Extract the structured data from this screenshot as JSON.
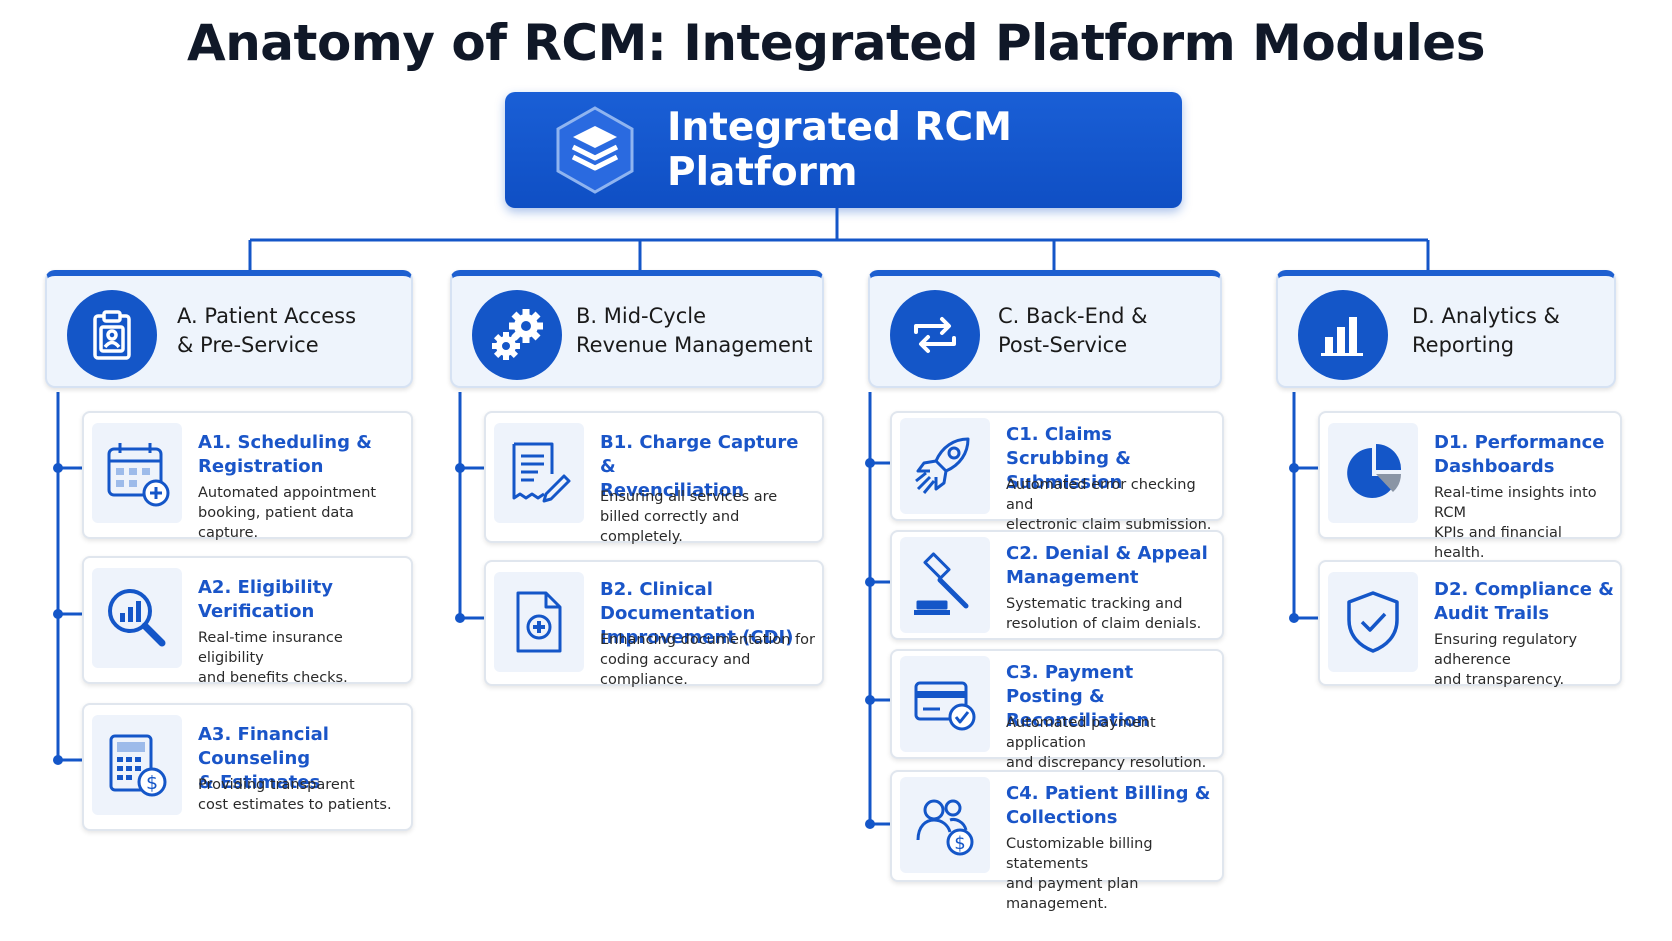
{
  "title": "Anatomy of RCM: Integrated Platform Modules",
  "platform": {
    "label": "Integrated RCM Platform",
    "icon": "layers-icon"
  },
  "colors": {
    "primary": "#1456c8",
    "title": "#101828",
    "card_title": "#1a55c8",
    "header_bg": "#eef4fc"
  },
  "categories": [
    {
      "label": "A. Patient Access\n& Pre-Service",
      "icon": "clipboard-user-icon",
      "modules": [
        {
          "title": "A1. Scheduling &\nRegistration",
          "desc": "Automated appointment\nbooking, patient data capture.",
          "icon": "calendar-plus-icon"
        },
        {
          "title": "A2. Eligibility\nVerification",
          "desc": "Real-time insurance eligibility\nand benefits checks.",
          "icon": "magnifier-chart-icon"
        },
        {
          "title": "A3. Financial Counseling\n& Estimates",
          "desc": "Providing transparent\ncost estimates to patients.",
          "icon": "calculator-dollar-icon"
        }
      ]
    },
    {
      "label": "B. Mid-Cycle\nRevenue Management",
      "icon": "gears-icon",
      "modules": [
        {
          "title": "B1. Charge Capture &\nRevenciliation",
          "desc": "Ensuring all services are\nbilled correctly and completely.",
          "icon": "receipt-pen-icon"
        },
        {
          "title": "B2. Clinical Documentation\nImprovement (CDI)",
          "desc": "Enhancing documentation for\ncoding accuracy and compliance.",
          "icon": "medical-document-icon"
        }
      ]
    },
    {
      "label": "C. Back-End &\nPost-Service",
      "icon": "exchange-arrows-icon",
      "modules": [
        {
          "title": "C1. Claims Scrubbing &\nSubmission",
          "desc": "Automated error checking and\nelectronic claim submission.",
          "icon": "rocket-icon"
        },
        {
          "title": "C2. Denial & Appeal\nManagement",
          "desc": "Systematic tracking and\nresolution of claim denials.",
          "icon": "gavel-icon"
        },
        {
          "title": "C3. Payment Posting &\nReconciliation",
          "desc": "Automated payment application\nand discrepancy resolution.",
          "icon": "credit-card-check-icon"
        },
        {
          "title": "C4. Patient Billing &\nCollections",
          "desc": "Customizable billing statements\nand payment plan management.",
          "icon": "users-dollar-icon"
        }
      ]
    },
    {
      "label": "D. Analytics &\nReporting",
      "icon": "bar-chart-icon",
      "modules": [
        {
          "title": "D1. Performance\nDashboards",
          "desc": "Real-time insights into RCM\nKPIs and financial health.",
          "icon": "pie-chart-icon"
        },
        {
          "title": "D2. Compliance &\nAudit Trails",
          "desc": "Ensuring regulatory adherence\nand transparency.",
          "icon": "shield-check-icon"
        }
      ]
    }
  ]
}
